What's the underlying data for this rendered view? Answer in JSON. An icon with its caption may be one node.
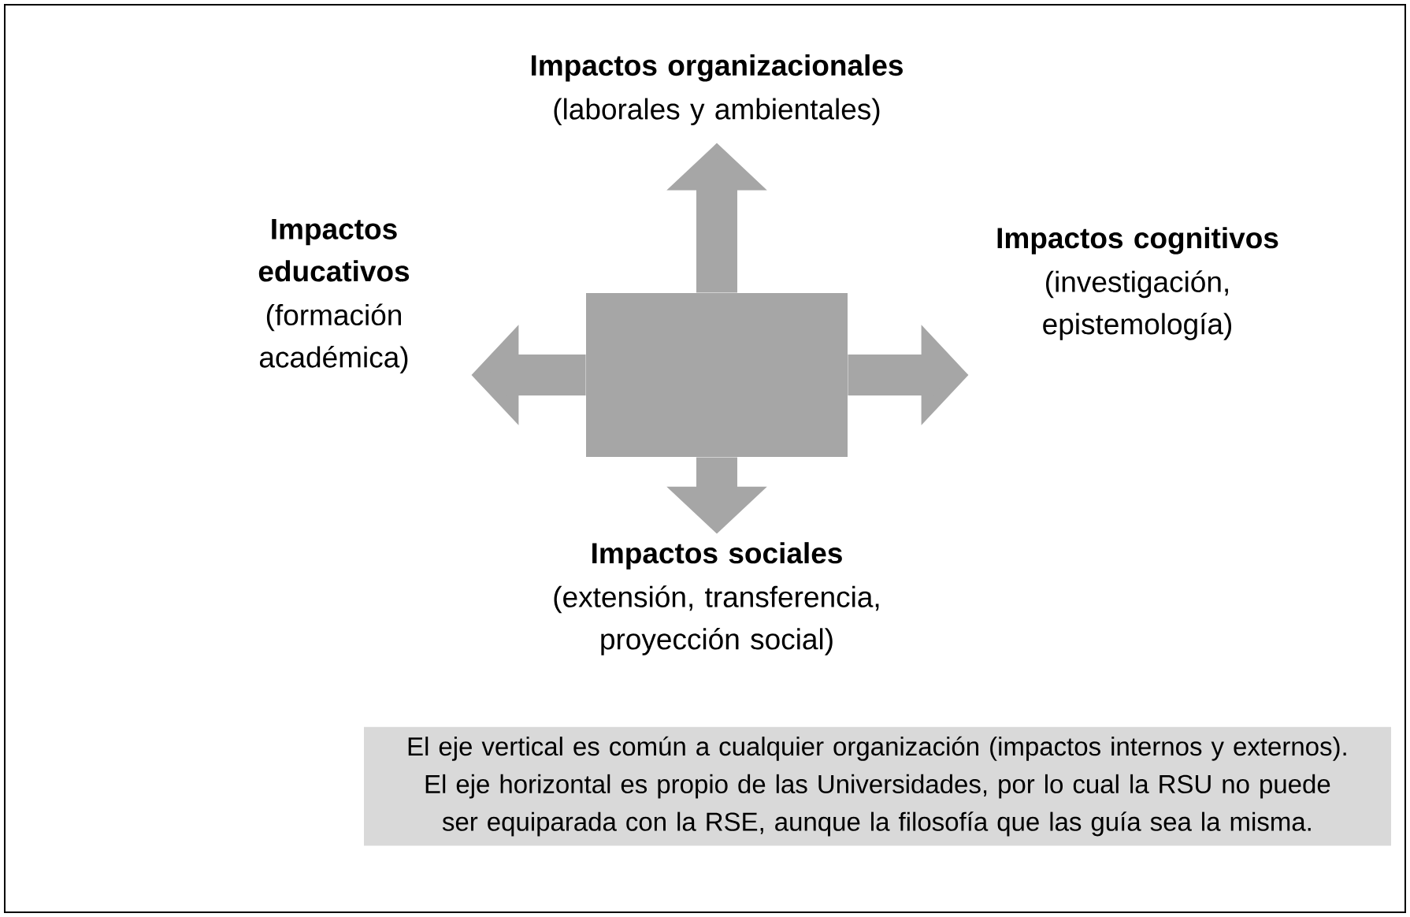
{
  "diagram": {
    "nodes": [
      {
        "text": [],
        "shape": "box"
      },
      {
        "text": [
          "Impactos organizacionales",
          "(laborales y ambientales)"
        ]
      },
      {
        "text": [
          "Impactos educativos",
          "(formación académica)"
        ]
      },
      {
        "text": [
          "Impactos cognitivos",
          "(investigación, epistemología)"
        ]
      },
      {
        "text": [
          "Impactos sociales",
          "(extensión, transferencia, proyección social)"
        ]
      },
      {
        "text": [
          "El eje vertical es común a cualquier organización (impactos internos y externos). El eje horizontal es propio de las Universidades, por lo cual la RSU no puede ser equiparada con la RSE, aunque la filosofía que las guía sea la misma."
        ]
      }
    ],
    "edges": [
      {
        "from": 0,
        "to": 1,
        "arrow": "to"
      },
      {
        "from": 0,
        "to": 2,
        "arrow": "to"
      },
      {
        "from": 0,
        "to": 3,
        "arrow": "to"
      },
      {
        "from": 0,
        "to": 4,
        "arrow": "to"
      }
    ]
  }
}
